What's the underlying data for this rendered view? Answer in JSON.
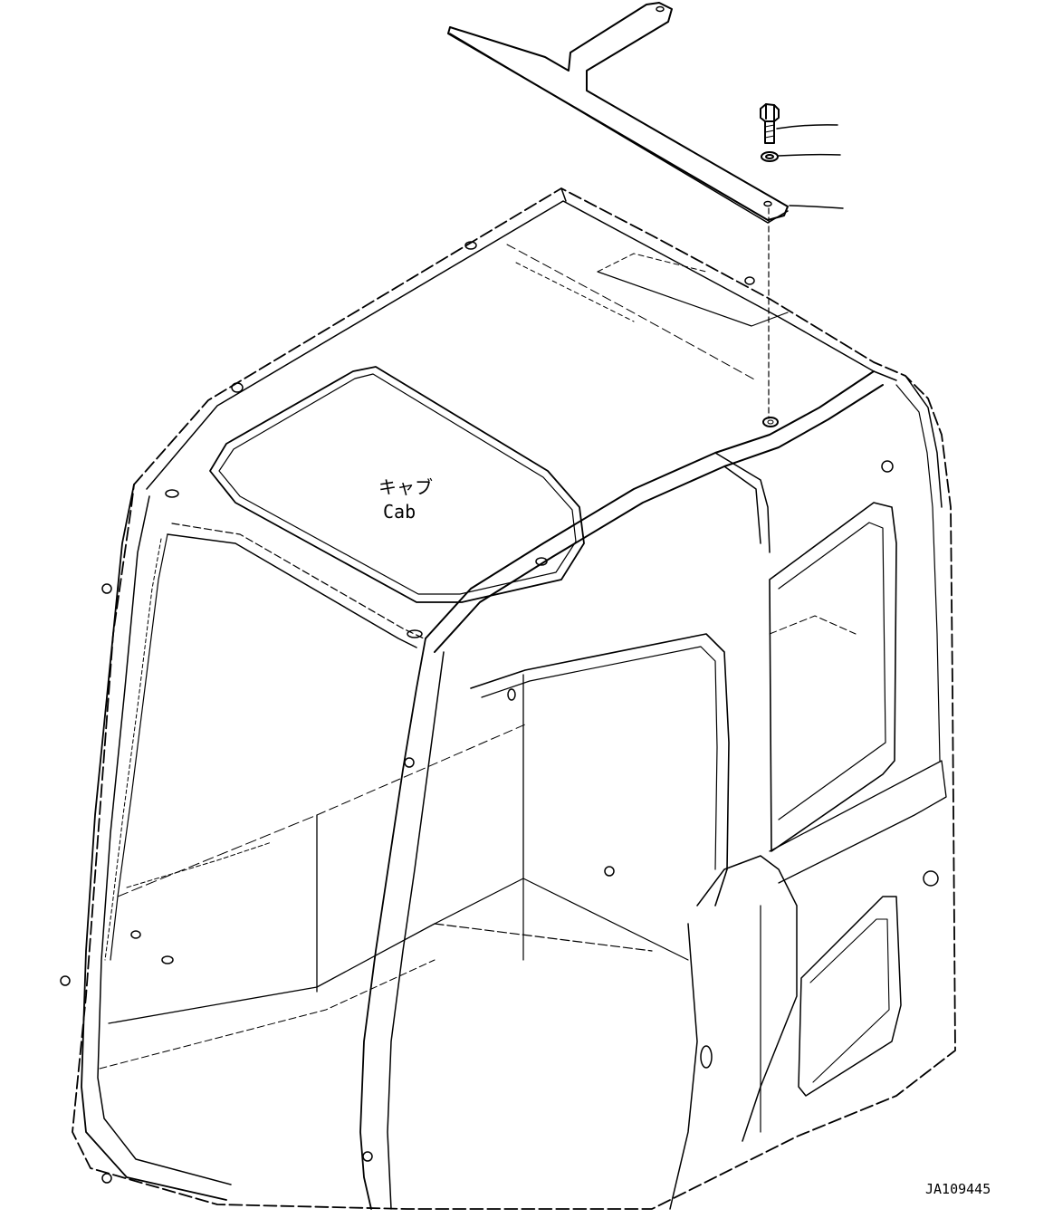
{
  "diagram": {
    "cab_label_jp": "キャブ",
    "cab_label_en": "Cab",
    "drawing_code": "JA109445"
  },
  "parts": {
    "icon_bolt": "bolt-icon",
    "icon_washer": "washer-icon",
    "icon_bracket": "t-bracket-icon"
  },
  "colors": {
    "line": "#000000",
    "background": "#ffffff"
  }
}
